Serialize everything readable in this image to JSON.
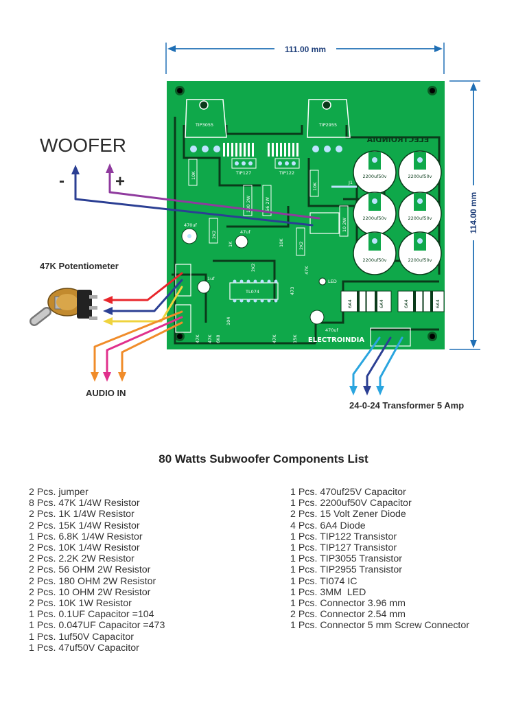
{
  "diagram": {
    "width_label": "111.00 mm",
    "height_label": "114.00 mm",
    "woofer_label": "WOOFER",
    "minus_label": "-",
    "plus_label": "+",
    "pot_label": "47K Potentiometer",
    "audio_label": "AUDIO IN",
    "transformer_label": "24-0-24 Transformer 5 Amp",
    "pcb": {
      "tip3055": "TIP3055",
      "tip2955": "TIP2955",
      "tip127": "TIP127",
      "tip122": "TIP122",
      "brand_top": "ELECTROINDIA",
      "brand_bottom": "ELECTROINDIA",
      "ic": "TL074",
      "cap_big": "2200uf50v",
      "cap_470": "470uf",
      "cap_47": "47uf",
      "cap_1": "1uf",
      "cap_470b": "470uf",
      "led": "LED",
      "j1": "J1",
      "diode": "6A4",
      "r10k": "10K",
      "r2k2": "2K2",
      "r56": "56 2W",
      "r180": "180 2W",
      "r10w": "10 2W",
      "r47k": "47K",
      "r1k": "1K",
      "r15k": "15K",
      "r6k8": "6K8",
      "c104": "104",
      "c473": "473"
    },
    "colors": {
      "board": "#0fa84a",
      "dimension": "#1f6fb5",
      "wire_red": "#e8262b",
      "wire_navy": "#2b3f93",
      "wire_yellow": "#efd33d",
      "wire_orange": "#f08c2a",
      "wire_magenta": "#e0308c",
      "wire_purple": "#8f3a9e",
      "wire_cyan": "#2aa5df"
    }
  },
  "components": {
    "title": "80 Watts Subwoofer Components List",
    "left": [
      "2 Pcs. jumper",
      "8 Pcs. 47K 1/4W Resistor",
      "2 Pcs. 1K 1/4W Resistor",
      "2 Pcs. 15K 1/4W Resistor",
      "1 Pcs. 6.8K 1/4W Resistor",
      "2 Pcs. 10K 1/4W Resistor",
      "2 Pcs. 2.2K 2W Resistor",
      "2 Pcs. 56 OHM 2W Resistor",
      "2 Pcs. 180 OHM 2W Resistor",
      "2 Pcs. 10 OHM 2W Resistor",
      "2 Pcs. 10K 1W Resistor",
      "1 Pcs. 0.1UF Capacitor =104",
      "1 Pcs. 0.047UF Capacitor =473",
      "1 Pcs. 1uf50V Capacitor",
      "1 Pcs. 47uf50V Capacitor"
    ],
    "right": [
      "1 Pcs. 470uf25V Capacitor",
      "1 Pcs. 2200uf50V Capacitor",
      "2 Pcs. 15 Volt Zener Diode",
      "4 Pcs. 6A4 Diode",
      "1 Pcs. TIP122 Transistor",
      "1 Pcs. TIP127 Transistor",
      "1 Pcs. TIP3055 Transistor",
      "1 Pcs. TIP2955 Transistor",
      "1 Pcs. TI074 IC",
      "1 Pcs. 3MM  LED",
      "1 Pcs. Connector 3.96 mm",
      "2 Pcs. Connector 2.54 mm",
      "1 Pcs. Connector 5 mm Screw Connector"
    ]
  }
}
